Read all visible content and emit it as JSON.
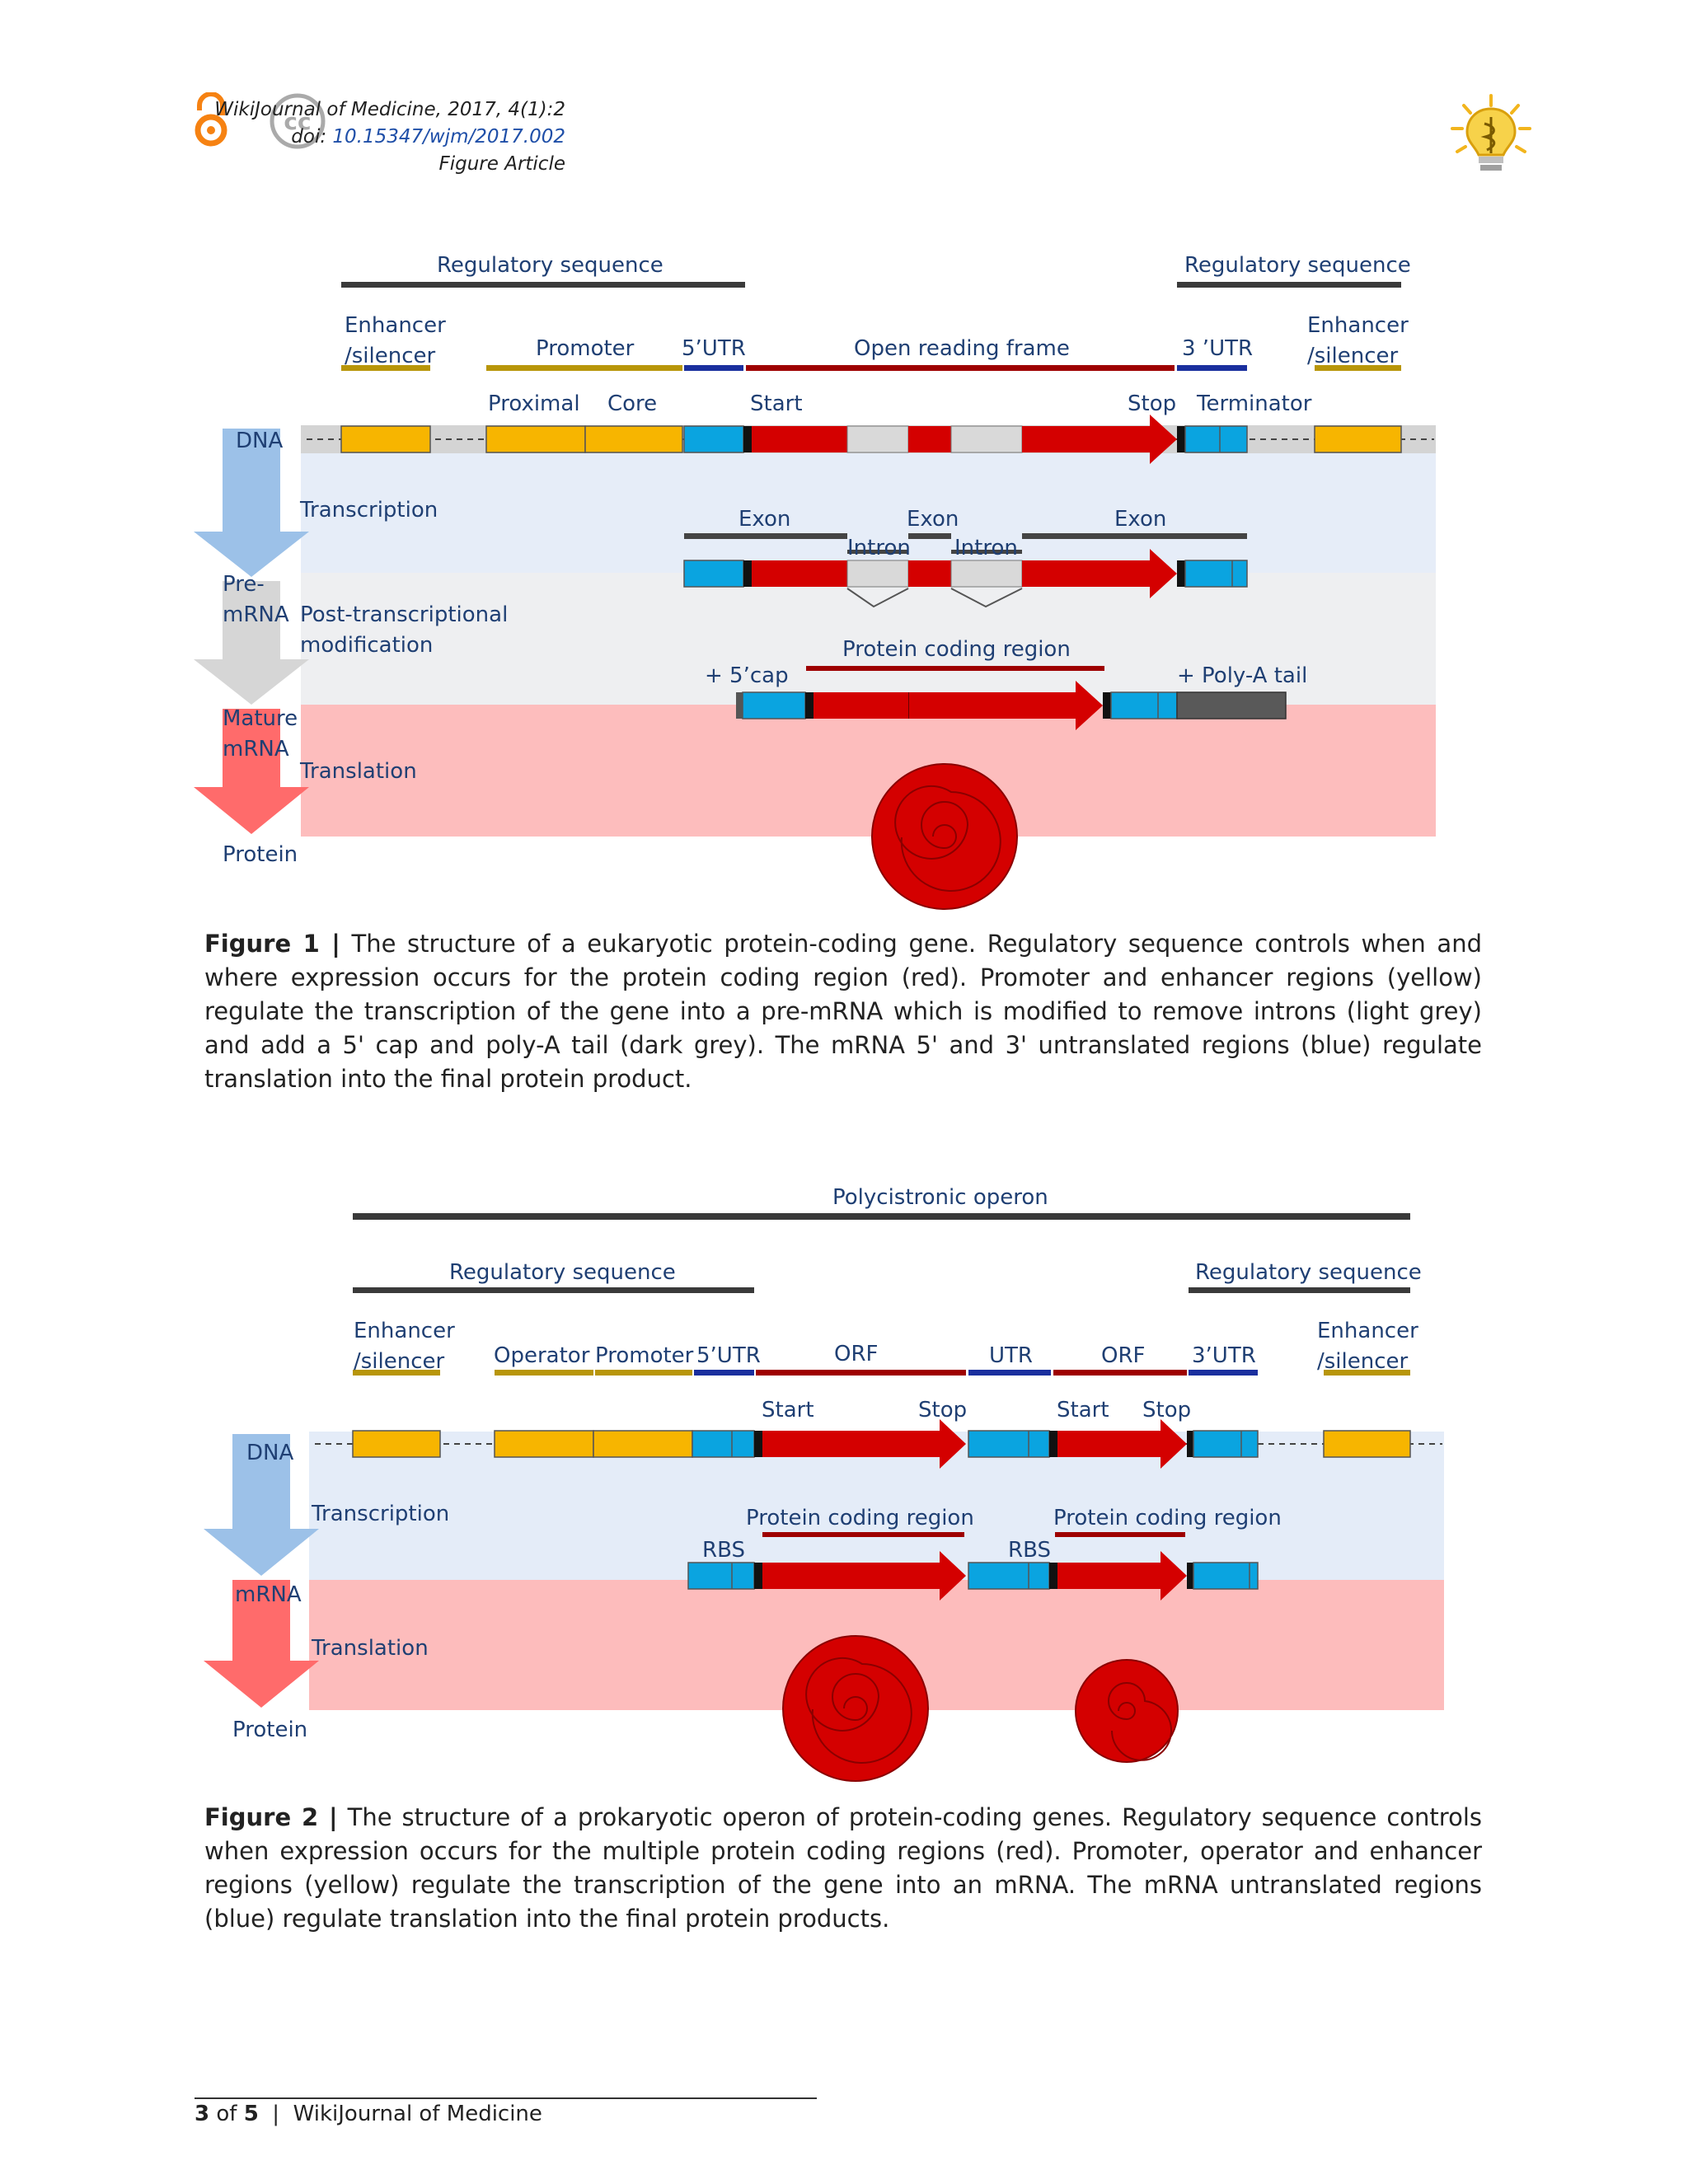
{
  "header": {
    "journal": "WikiJournal of Medicine",
    "citation": ", 2017, 4(1):2",
    "doi_prefix": "doi: ",
    "doi": "10.15347/wjm/2017.002",
    "article_type": "Figure Article"
  },
  "icons": {
    "open_access": "open-access-icon",
    "creative_commons": "creative-commons-icon",
    "journal_logo": "wikijournal-logo"
  },
  "colors": {
    "yellow_regulatory": "#f7b500",
    "blue_utr": "#0aa4e0",
    "red_coding": "#d40000",
    "intron_grey": "#d9d9d9",
    "polyA_grey": "#595959",
    "dna_band": "#e4ecf8",
    "mrna_band": "#fdbcbc",
    "label_blue": "#1f3f73"
  },
  "figure1": {
    "labels": {
      "reg_left": "Regulatory sequence",
      "reg_right": "Regulatory sequence",
      "enhancer_left_1": "Enhancer",
      "enhancer_left_2": "/silencer",
      "promoter": "Promoter",
      "utr5": "5’UTR",
      "orf": "Open reading frame",
      "utr3": "3 ’UTR",
      "enhancer_right_1": "Enhancer",
      "enhancer_right_2": "/silencer",
      "proximal": "Proximal",
      "core": "Core",
      "start": "Start",
      "stop": "Stop",
      "terminator": "Terminator",
      "dna": "DNA",
      "transcription": "Transcription",
      "exon1": "Exon",
      "exon2": "Exon",
      "exon3": "Exon",
      "intron1": "Intron",
      "intron2": "Intron",
      "pre_mrna_1": "Pre-",
      "pre_mrna_2": "mRNA",
      "post_1": "Post-transcriptional",
      "post_2": "modification",
      "coding_region": "Protein coding region",
      "cap": "+ 5’cap",
      "polyA": "+ Poly-A tail",
      "mature_1": "Mature",
      "mature_2": "mRNA",
      "translation": "Translation",
      "protein": "Protein"
    },
    "caption_label": "Figure 1 |",
    "caption": " The structure of a eukaryotic protein-coding gene. Regulatory sequence controls when and where expression occurs for the protein coding region (red). Promoter and enhancer regions (yellow) regulate the transcription of the gene into a pre-mRNA which is modified to remove introns (light grey) and add a 5' cap and poly-A tail (dark grey). The mRNA 5' and 3' untranslated regions (blue) regulate translation into the final protein product."
  },
  "figure2": {
    "labels": {
      "operon": "Polycistronic operon",
      "reg_left": "Regulatory sequence",
      "reg_right": "Regulatory sequence",
      "enhancer_left_1": "Enhancer",
      "enhancer_left_2": "/silencer",
      "operator": "Operator",
      "promoter": "Promoter",
      "utr5": "5’UTR",
      "orf1": "ORF",
      "utr_mid": "UTR",
      "orf2": "ORF",
      "utr3": "3’UTR",
      "enhancer_right_1": "Enhancer",
      "enhancer_right_2": "/silencer",
      "start1": "Start",
      "stop1": "Stop",
      "start2": "Start",
      "stop2": "Stop",
      "dna": "DNA",
      "transcription": "Transcription",
      "coding1": "Protein coding region",
      "coding2": "Protein coding region",
      "rbs1": "RBS",
      "rbs2": "RBS",
      "mrna": "mRNA",
      "translation": "Translation",
      "protein": "Protein"
    },
    "caption_label": "Figure 2 |",
    "caption": " The structure of a prokaryotic operon of protein-coding genes. Regulatory sequence controls when expression occurs for the multiple protein coding regions (red). Promoter, operator and enhancer regions (yellow) regulate the transcription of the gene into an mRNA. The mRNA untranslated regions (blue) regulate translation into the final protein products."
  },
  "footer": {
    "page": "3",
    "of": " of ",
    "total": "5",
    "sep": "  |  ",
    "journal": "WikiJournal of Medicine"
  }
}
